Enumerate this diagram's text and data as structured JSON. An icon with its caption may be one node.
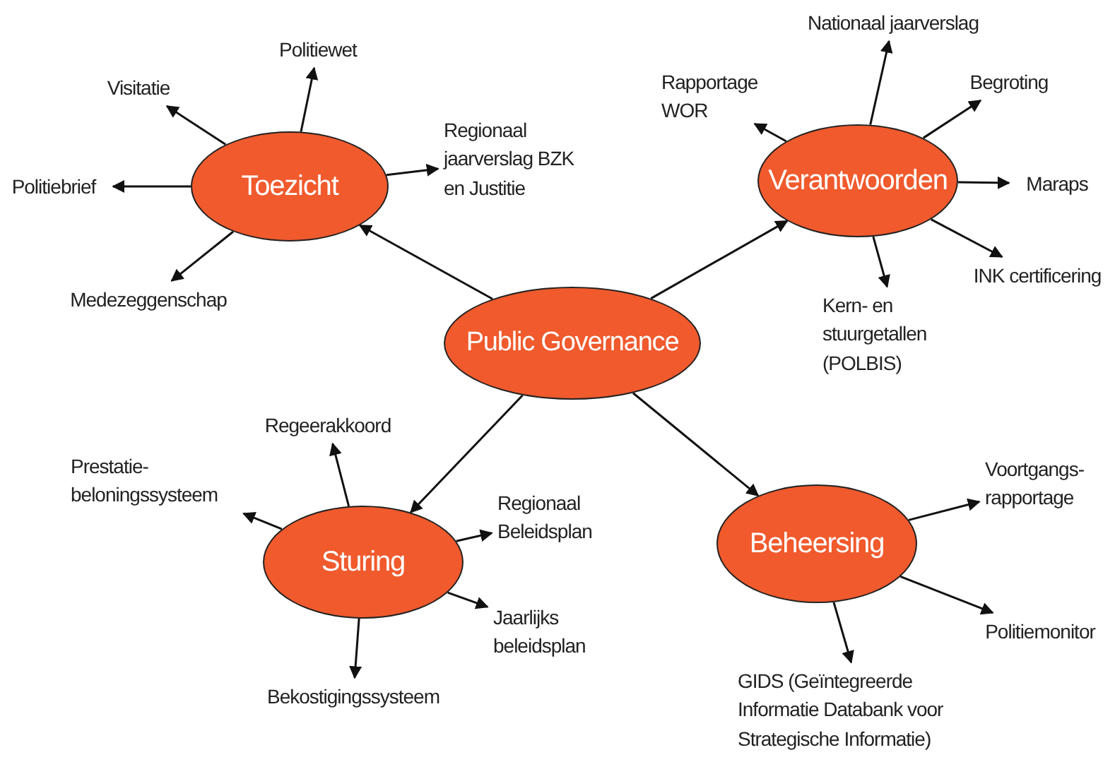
{
  "diagram": {
    "nodes": [
      {
        "text": [
          "Public Governance"
        ]
      },
      {
        "text": [
          "Toezicht"
        ]
      },
      {
        "text": [
          "Verantwoorden"
        ]
      },
      {
        "text": [
          "Sturing"
        ]
      },
      {
        "text": [
          "Beheersing"
        ]
      },
      {
        "text": [
          "Politiewet"
        ]
      },
      {
        "text": [
          "Visitatie"
        ]
      },
      {
        "text": [
          "Regionaal jaarverslag BZK en Justitie"
        ]
      },
      {
        "text": [
          "Politiebrief"
        ]
      },
      {
        "text": [
          "Medezeggenschap"
        ]
      },
      {
        "text": [
          "Nationaal jaarverslag"
        ]
      },
      {
        "text": [
          "Rapportage WOR"
        ]
      },
      {
        "text": [
          "Begroting"
        ]
      },
      {
        "text": [
          "Maraps"
        ]
      },
      {
        "text": [
          "INK certificering"
        ]
      },
      {
        "text": [
          "Kern- en stuurgetallen (POLBIS)"
        ]
      },
      {
        "text": [
          "Regeerakkoord"
        ]
      },
      {
        "text": [
          "Prestatie-beloningssysteem"
        ]
      },
      {
        "text": [
          "Regionaal Beleidsplan"
        ]
      },
      {
        "text": [
          "Jaarlijks beleidsplan"
        ]
      },
      {
        "text": [
          "Bekostigingssysteem"
        ]
      },
      {
        "text": [
          "Voortgangs-rapportage"
        ]
      },
      {
        "text": [
          "Politiemonitor"
        ]
      },
      {
        "text": [
          "GIDS (Geïntegreerde Informatie Databank voor Strategische Informatie)"
        ]
      }
    ],
    "edges": [
      {
        "from": 0,
        "to": 1,
        "arrow": "to"
      },
      {
        "from": 0,
        "to": 2,
        "arrow": "to"
      },
      {
        "from": 0,
        "to": 3,
        "arrow": "to"
      },
      {
        "from": 0,
        "to": 4,
        "arrow": "to"
      },
      {
        "from": 1,
        "to": 5,
        "arrow": "to"
      },
      {
        "from": 1,
        "to": 6,
        "arrow": "to"
      },
      {
        "from": 1,
        "to": 7,
        "arrow": "to"
      },
      {
        "from": 1,
        "to": 8,
        "arrow": "to"
      },
      {
        "from": 1,
        "to": 9,
        "arrow": "to"
      },
      {
        "from": 2,
        "to": 10,
        "arrow": "to"
      },
      {
        "from": 2,
        "to": 11,
        "arrow": "to"
      },
      {
        "from": 2,
        "to": 12,
        "arrow": "to"
      },
      {
        "from": 2,
        "to": 13,
        "arrow": "to"
      },
      {
        "from": 2,
        "to": 14,
        "arrow": "to"
      },
      {
        "from": 2,
        "to": 15,
        "arrow": "to"
      },
      {
        "from": 3,
        "to": 16,
        "arrow": "to"
      },
      {
        "from": 3,
        "to": 17,
        "arrow": "to"
      },
      {
        "from": 3,
        "to": 18,
        "arrow": "to"
      },
      {
        "from": 3,
        "to": 19,
        "arrow": "to"
      },
      {
        "from": 3,
        "to": 20,
        "arrow": "to"
      },
      {
        "from": 4,
        "to": 21,
        "arrow": "to"
      },
      {
        "from": 4,
        "to": 22,
        "arrow": "to"
      },
      {
        "from": 4,
        "to": 23,
        "arrow": "to"
      }
    ]
  }
}
